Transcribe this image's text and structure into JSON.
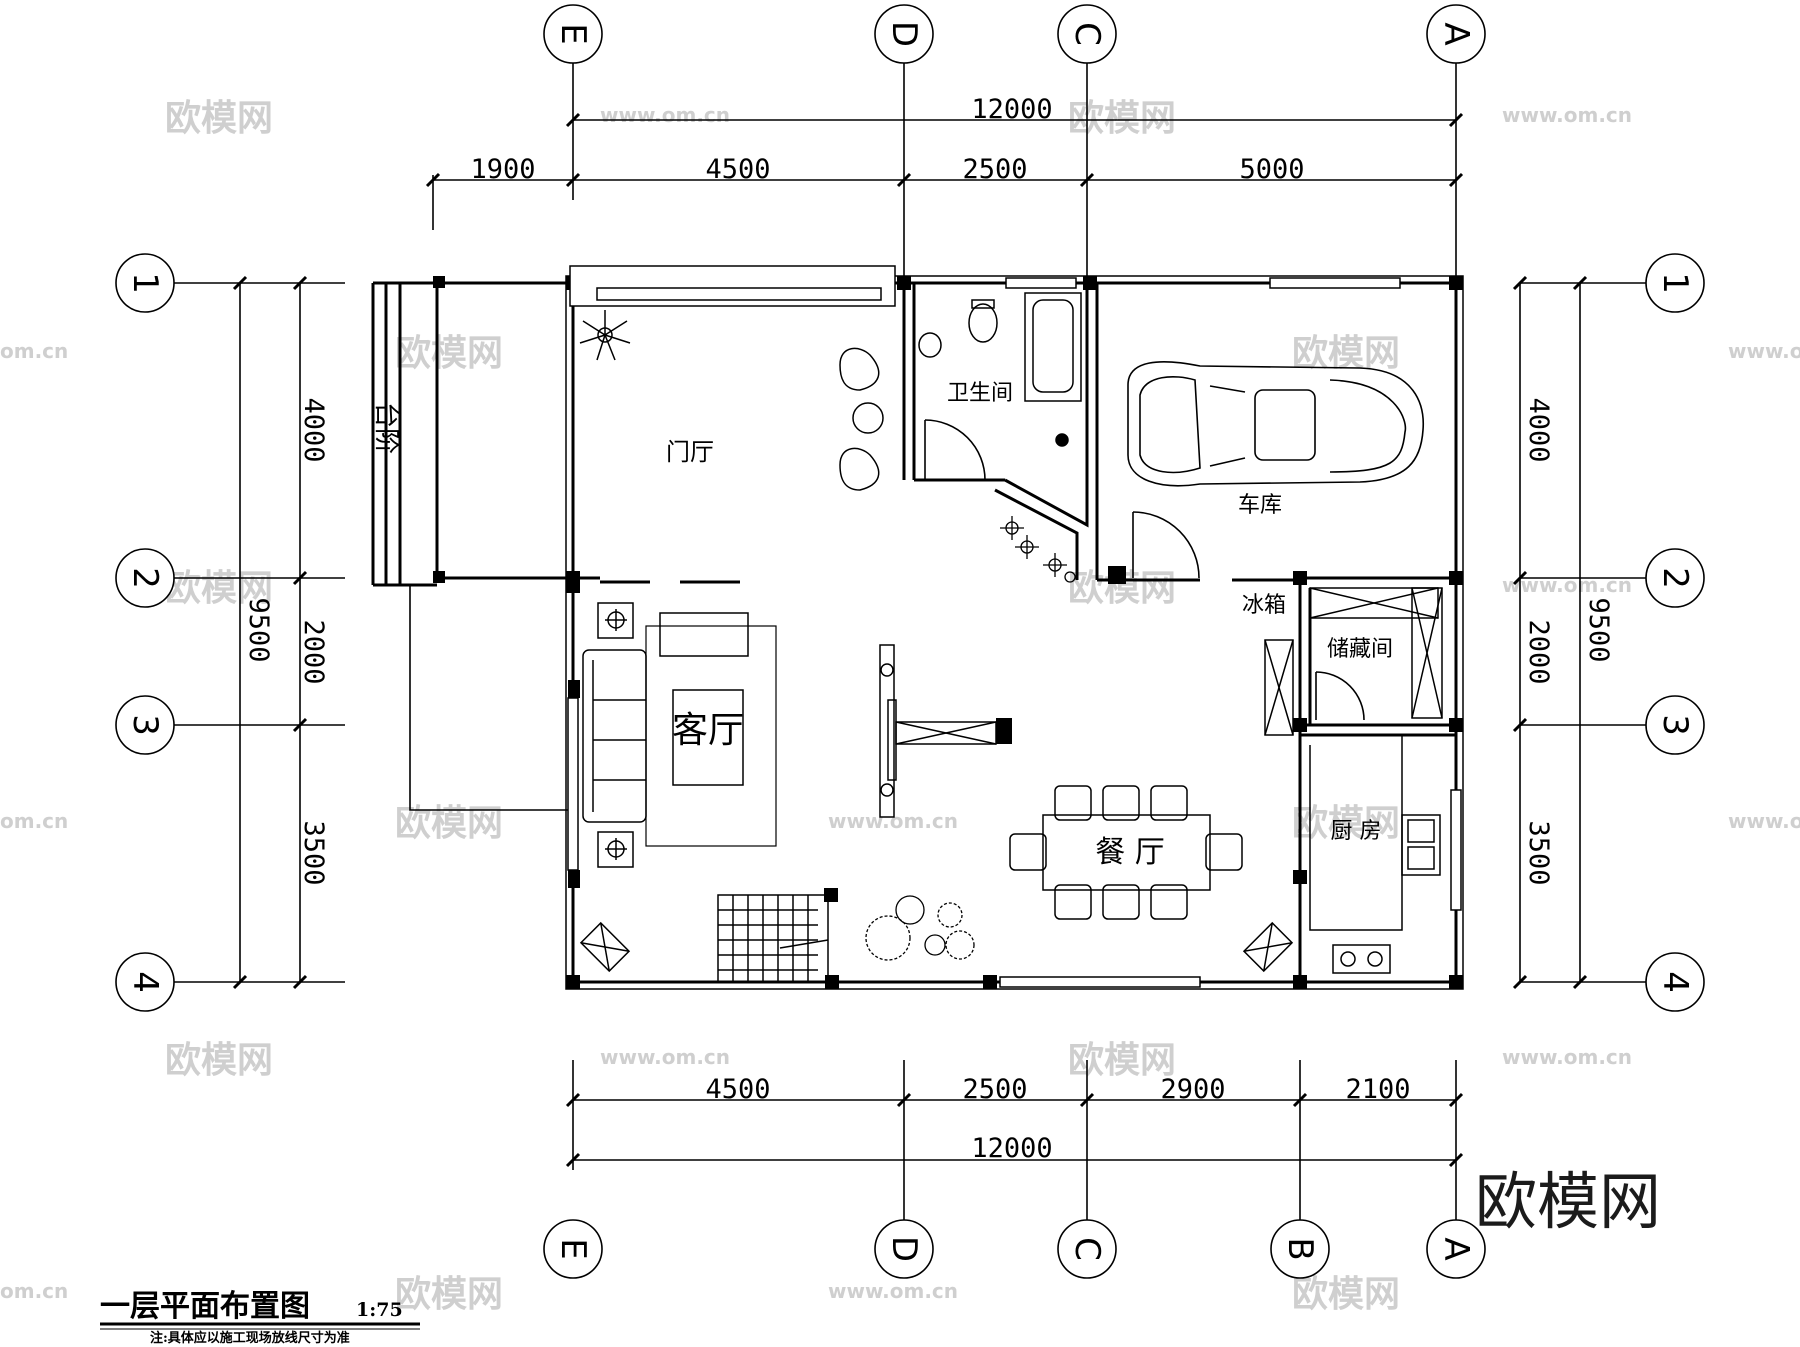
{
  "axes": {
    "top": [
      "E",
      "D",
      "C",
      "A"
    ],
    "bottom": [
      "E",
      "D",
      "C",
      "B",
      "A"
    ],
    "left": [
      "1",
      "2",
      "3",
      "4"
    ],
    "right": [
      "1",
      "2",
      "3",
      "4"
    ]
  },
  "dims": {
    "top_total": "12000",
    "top_parts": [
      "1900",
      "4500",
      "2500",
      "5000"
    ],
    "bottom_parts": [
      "4500",
      "2500",
      "2900",
      "2100"
    ],
    "bottom_total": "12000",
    "left_parts": [
      "4000",
      "2000",
      "3500"
    ],
    "left_total": "9500",
    "right_parts": [
      "4000",
      "2000",
      "3500"
    ],
    "right_total": "9500"
  },
  "rooms": {
    "foyer": "门厅",
    "bathroom": "卫生间",
    "garage": "车库",
    "steps": "台阶",
    "living": "客厅",
    "fridge": "冰箱",
    "storage": "储藏间",
    "kitchen": "厨  房",
    "dining": "餐  厅"
  },
  "title": {
    "main": "一层平面布置图",
    "scale": "1:75",
    "note": "注:具体应以施工现场放线尺寸为准"
  },
  "watermarks": {
    "brand": "欧模网",
    "url": "www.om.cn",
    "domain": "om.cn"
  },
  "colors": {
    "line": "#000000",
    "watermark": "#cfcfcf"
  }
}
